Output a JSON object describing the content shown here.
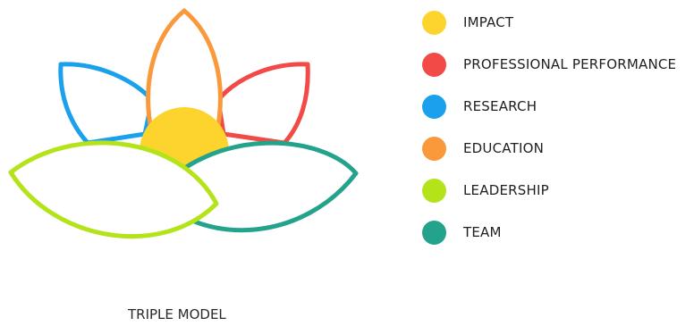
{
  "legend": [
    {
      "label": "IMPACT",
      "color": "#fdd42d"
    },
    {
      "label": "PROFESSIONAL PERFORMANCE",
      "color": "#f24a46"
    },
    {
      "label": "RESEARCH",
      "color": "#1aa0ec"
    },
    {
      "label": "EDUCATION",
      "color": "#f9993b"
    },
    {
      "label": "LEADERSHIP",
      "color": "#b4e31a"
    },
    {
      "label": "TEAM",
      "color": "#24a38c"
    }
  ],
  "caption": "TRIPLE MODEL"
}
